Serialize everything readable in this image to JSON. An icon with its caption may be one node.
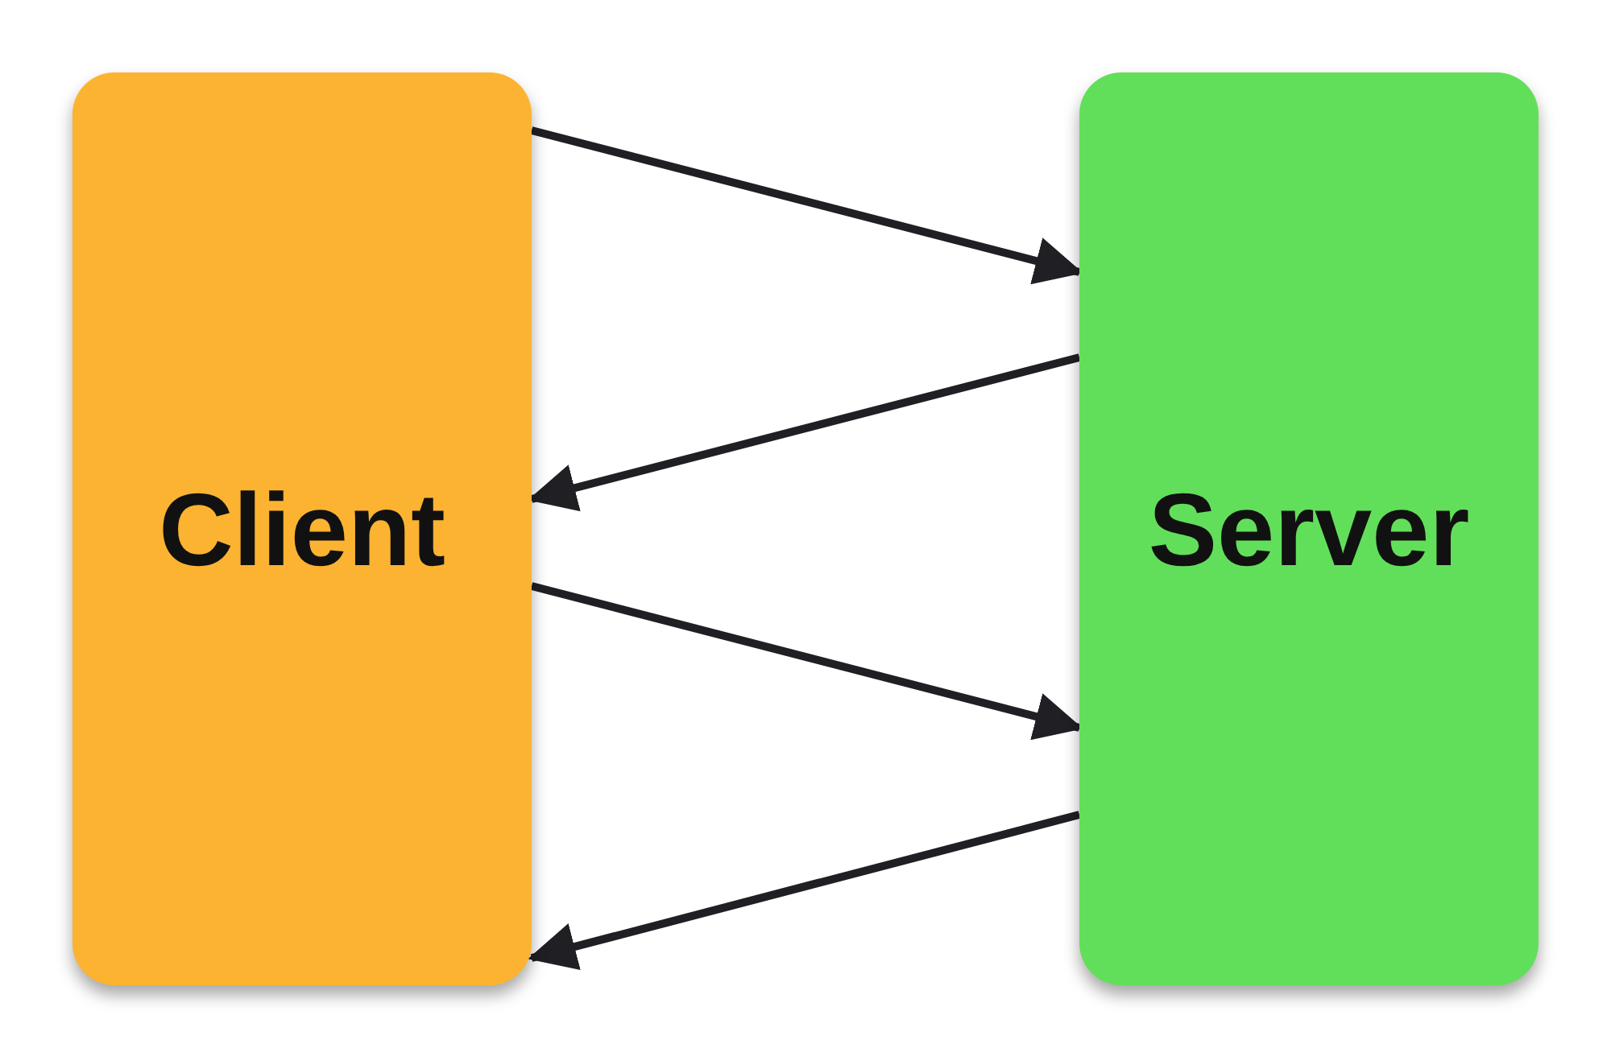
{
  "diagram": {
    "nodes": [
      {
        "text": [
          "Client"
        ]
      },
      {
        "text": [
          "Server"
        ]
      }
    ],
    "edges": [
      {
        "from": 0,
        "to": 1,
        "arrow": "to"
      },
      {
        "from": 1,
        "to": 0,
        "arrow": "to"
      },
      {
        "from": 0,
        "to": 1,
        "arrow": "to"
      },
      {
        "from": 1,
        "to": 0,
        "arrow": "to"
      }
    ]
  }
}
